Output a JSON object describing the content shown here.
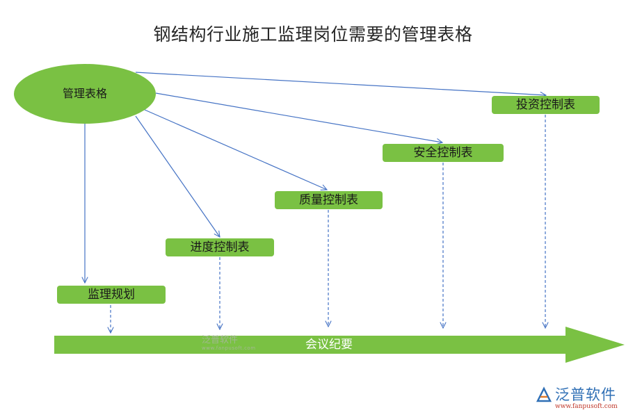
{
  "title": "钢结构行业施工监理岗位需要的管理表格",
  "root": {
    "label": "管理表格"
  },
  "nodes": [
    {
      "id": "planning",
      "label": "监理规划"
    },
    {
      "id": "progress",
      "label": "进度控制表"
    },
    {
      "id": "quality",
      "label": "质量控制表"
    },
    {
      "id": "safety",
      "label": "安全控制表"
    },
    {
      "id": "investment",
      "label": "投资控制表"
    }
  ],
  "timeline": {
    "label": "会议纪要"
  },
  "watermark": {
    "text": "泛普软件",
    "sub": "www.fanpusoft.com"
  },
  "logo": {
    "text": "泛普软件",
    "url": "www.fanpusoft.com"
  },
  "colors": {
    "green": "#7ac143",
    "line": "#4472c4"
  }
}
